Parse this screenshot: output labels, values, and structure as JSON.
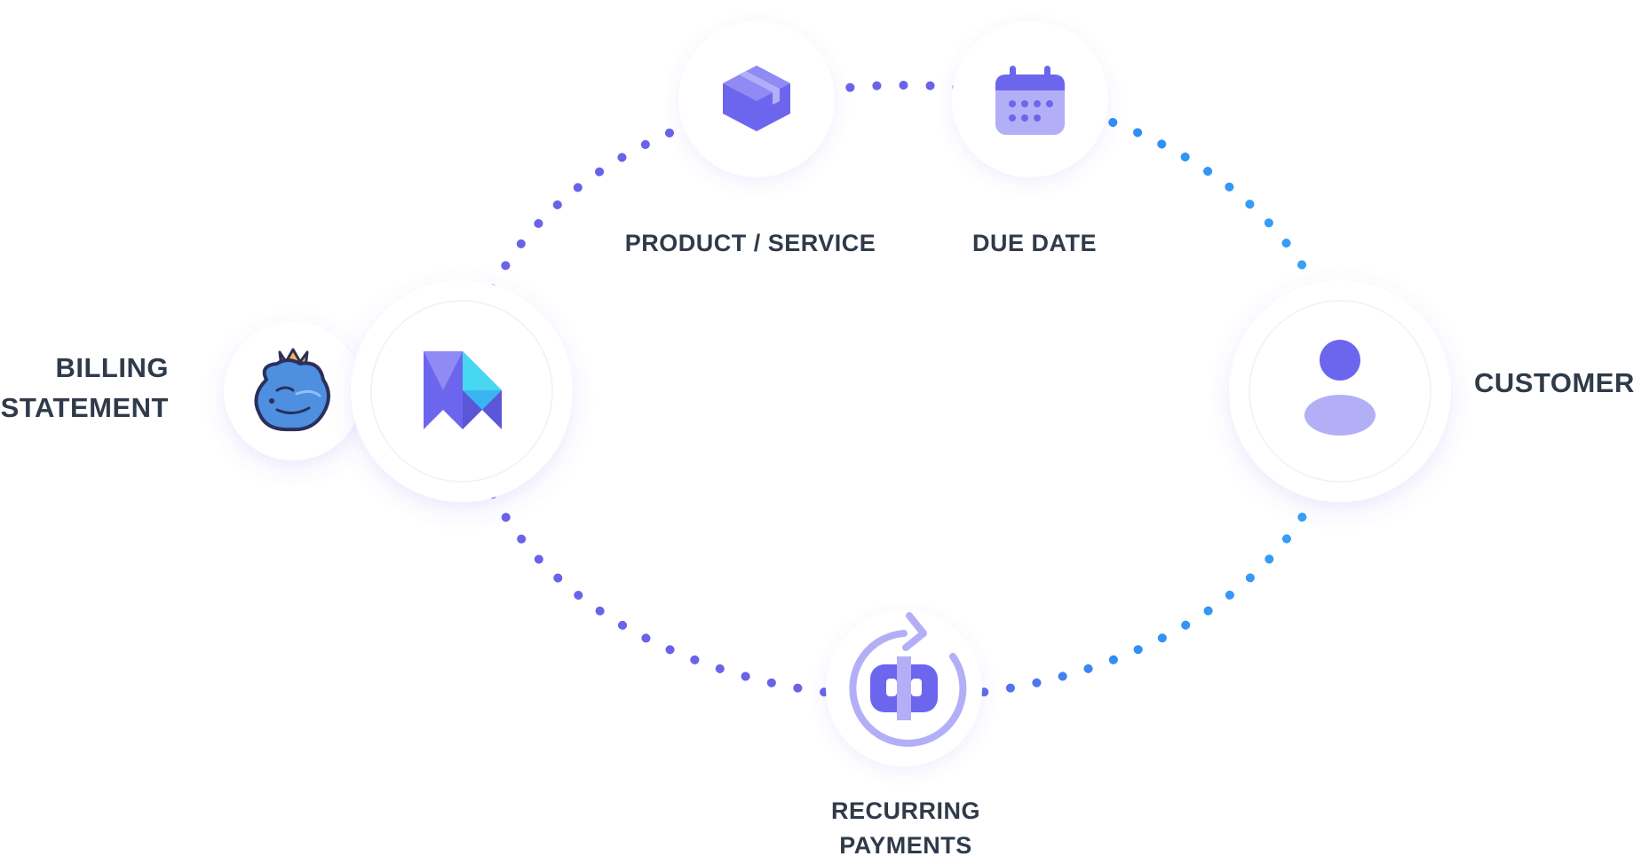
{
  "labels": {
    "product_service": "PRODUCT / SERVICE",
    "due_date": "DUE DATE",
    "billing_line1": "BILLING",
    "billing_line2": "STATEMENT",
    "customer": "CUSTOMER",
    "recurring_line1": "RECURRING",
    "recurring_line2": "PAYMENTS"
  },
  "icons": {
    "product": "box-icon",
    "due_date": "calendar-icon",
    "billing": "mascot-icon",
    "center_left": "brand-logo-icon",
    "customer": "user-icon",
    "recurring": "recurring-payment-icon"
  },
  "colors": {
    "dot_purple": "#6a63e8",
    "dot_blue": "#2f8ef2",
    "icon_primary": "#6c66ee",
    "icon_light": "#b3aff6",
    "logo_cyan": "#47d7f2",
    "text": "#2f3a4a"
  }
}
